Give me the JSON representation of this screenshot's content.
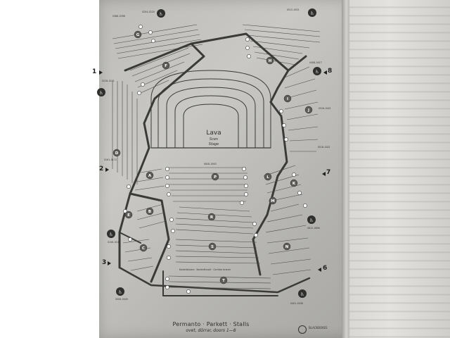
{
  "stage": {
    "title": "Lava",
    "subtitle_sv": "Scen",
    "subtitle_en": "Stage"
  },
  "caption": {
    "main": "Permanto · Parkett · Stalls",
    "sub": "ovet, dörrar, doors 1—8"
  },
  "doors": [
    {
      "id": "door-1",
      "label": "1"
    },
    {
      "id": "door-2",
      "label": "2"
    },
    {
      "id": "door-3",
      "label": "3"
    },
    {
      "id": "door-6",
      "label": "6"
    },
    {
      "id": "door-7",
      "label": "7"
    },
    {
      "id": "door-8",
      "label": "8"
    }
  ],
  "sections": [
    "A",
    "B",
    "C",
    "D",
    "E",
    "F",
    "G",
    "H",
    "I",
    "J",
    "K",
    "L",
    "M",
    "N",
    "P",
    "R",
    "S",
    "T"
  ],
  "seat_ranges": {
    "top_left_1": "0388–0398",
    "top_left_2": "0204–0220",
    "top_right": "0512–0521",
    "right_upper": "0408–0417",
    "right_mid": "0516–0421",
    "left_upper": "0228–0241",
    "left_mid": "0161–0172",
    "left_lower": "0106–0100",
    "center_upper": "0828–0903",
    "right_lower": "0810–0806",
    "bottom_right": "0401–0436",
    "bottom_left": "0006–0040"
  },
  "signage": {
    "wheelchair": "wheelchair-icon",
    "corridor": "Kastellshaara · Korstellhuset · Corridor branch"
  },
  "logo_text": "BLACKBOXES"
}
